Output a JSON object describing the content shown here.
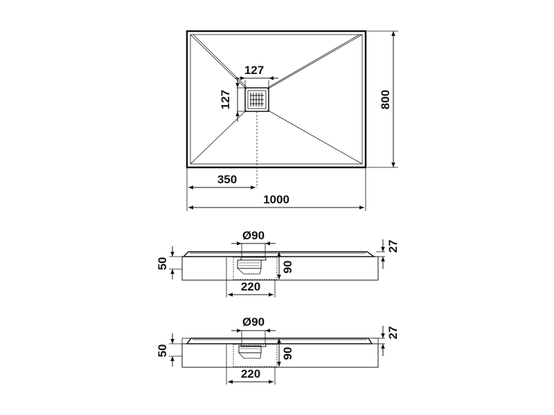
{
  "plan_view": {
    "drain_width": "127",
    "drain_height": "127",
    "drain_offset": "350",
    "total_width": "1000",
    "total_height": "800"
  },
  "section_a": {
    "pipe_diameter": "Ø90",
    "tray_thickness": "27",
    "screed_height": "50",
    "drain_depth": "90",
    "cutout_width": "220"
  },
  "section_b": {
    "pipe_diameter": "Ø90",
    "tray_thickness": "27",
    "screed_height": "50",
    "drain_depth": "90",
    "cutout_width": "220"
  },
  "colors": {
    "line": "#111111",
    "background": "#ffffff",
    "concrete_speckle": "#555555"
  }
}
